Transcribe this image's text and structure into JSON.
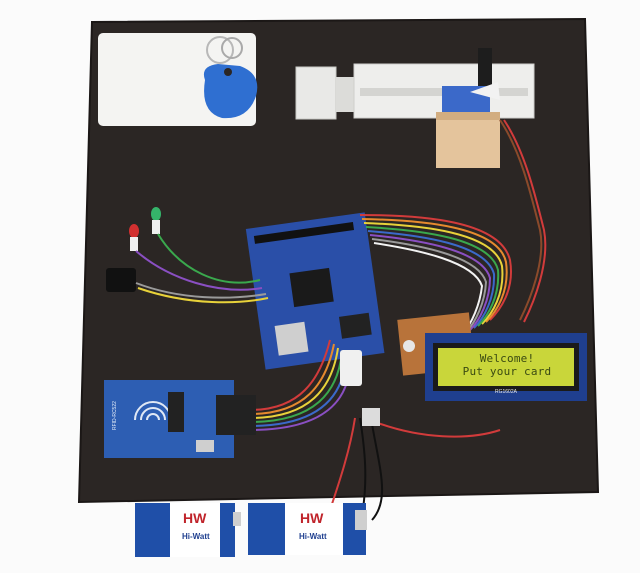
{
  "photo": {
    "lcd": {
      "line1": "Welcome!",
      "line2": "Put your card",
      "part_number": "RG1602A"
    },
    "rfid_module": {
      "label": "RFID-RC522"
    },
    "batteries": [
      {
        "brand": "HW",
        "name": "Hi-Watt"
      },
      {
        "brand": "HW",
        "name": "Hi-Watt"
      }
    ],
    "colors": {
      "board": "#2b2624",
      "lcd_screen": "#c9d63a",
      "lcd_pcb": "#1f3f8f",
      "arduino_pcb": "#2a4fa8",
      "rfid_pcb": "#2d5eb3",
      "battery_blue": "#1f4fa8",
      "keyfob": "#2f6fd1"
    }
  }
}
